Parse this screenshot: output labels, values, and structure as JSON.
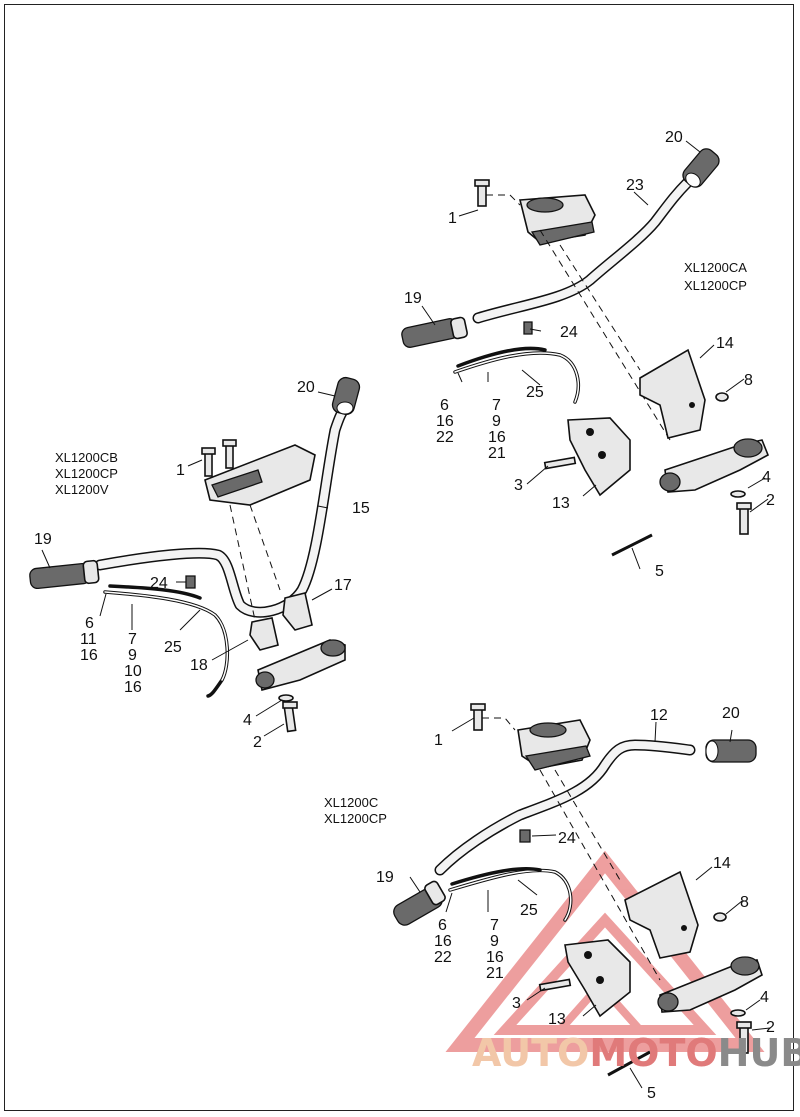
{
  "groups": [
    {
      "id": "upper-right",
      "models": [
        "XL1200CA",
        "XL1200CP"
      ]
    },
    {
      "id": "left",
      "models": [
        "XL1200CB",
        "XL1200CP",
        "XL1200V"
      ]
    },
    {
      "id": "lower-right",
      "models": [
        "XL1200C",
        "XL1200CP"
      ]
    }
  ],
  "callouts": {
    "ur": {
      "c20": "20",
      "c23": "23",
      "c1": "1",
      "c19": "19",
      "c24": "24",
      "c14": "14",
      "c8": "8",
      "c25": "25",
      "stack_a": [
        "6",
        "16",
        "22"
      ],
      "stack_b": [
        "7",
        "9",
        "16",
        "21"
      ],
      "c3": "3",
      "c13": "13",
      "c4": "4",
      "c2": "2",
      "c5": "5"
    },
    "l": {
      "c20": "20",
      "c1": "1",
      "c15": "15",
      "c19": "19",
      "c24": "24",
      "c17": "17",
      "c25": "25",
      "c18": "18",
      "c4": "4",
      "c2": "2",
      "stack_a": [
        "6",
        "11",
        "16"
      ],
      "stack_b": [
        "7",
        "9",
        "10",
        "16"
      ]
    },
    "lr": {
      "c1": "1",
      "c12": "12",
      "c20": "20",
      "c24": "24",
      "c19": "19",
      "c14": "14",
      "c8": "8",
      "c25": "25",
      "stack_a": [
        "6",
        "16",
        "22"
      ],
      "stack_b": [
        "7",
        "9",
        "16",
        "21"
      ],
      "c3": "3",
      "c13": "13",
      "c4": "4",
      "c2": "2",
      "c5": "5"
    }
  },
  "watermark": {
    "part1": "AUTO",
    "part2": "MOTO",
    "part3": "HUB",
    "color1": "#f2c7a8",
    "color2": "#e07a7a",
    "color3": "#8a8a8a"
  },
  "colors": {
    "line": "#111111",
    "fill": "#e8e8e8",
    "watermark_red": "#e05050"
  }
}
